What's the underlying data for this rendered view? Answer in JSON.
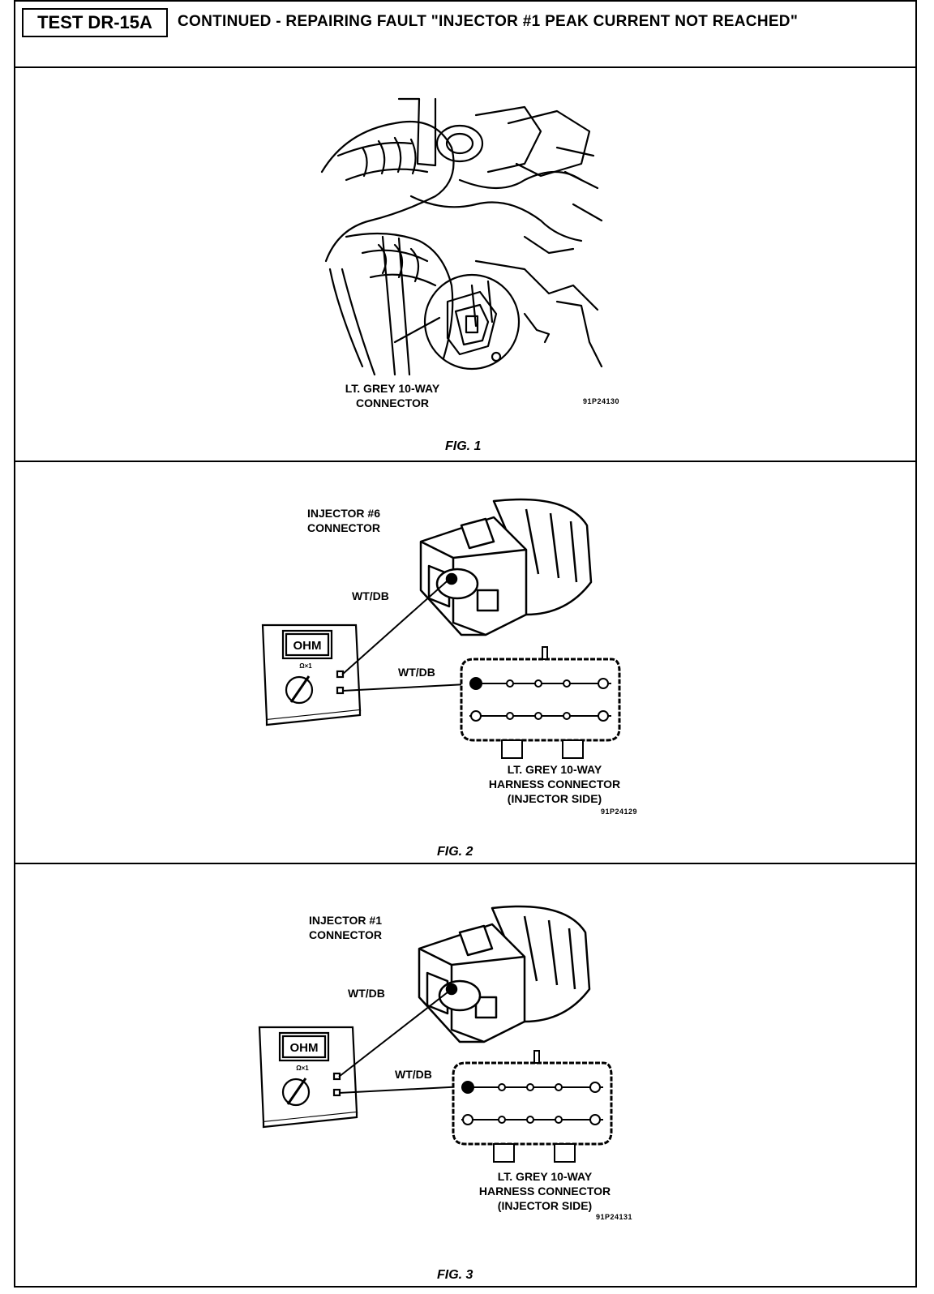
{
  "header": {
    "test_id": "TEST DR-15A",
    "title": "CONTINUED - REPAIRING FAULT \"INJECTOR #1 PEAK CURRENT NOT REACHED\""
  },
  "figures": [
    {
      "caption": "FIG. 1",
      "label": "LT. GREY 10-WAY\nCONNECTOR",
      "code": "91P24130"
    },
    {
      "caption": "FIG. 2",
      "connector_label": "INJECTOR #6\nCONNECTOR",
      "wire_label_top": "WT/DB",
      "wire_label_side": "WT/DB",
      "meter_display": "OHM",
      "meter_range": "Ω×1",
      "harness_label": "LT. GREY 10-WAY\nHARNESS CONNECTOR\n(INJECTOR SIDE)",
      "code": "91P24129"
    },
    {
      "caption": "FIG. 3",
      "connector_label": "INJECTOR #1\nCONNECTOR",
      "wire_label_top": "WT/DB",
      "wire_label_side": "WT/DB",
      "meter_display": "OHM",
      "meter_range": "Ω×1",
      "harness_label": "LT. GREY 10-WAY\nHARNESS CONNECTOR\n(INJECTOR SIDE)",
      "code": "91P24131"
    }
  ]
}
